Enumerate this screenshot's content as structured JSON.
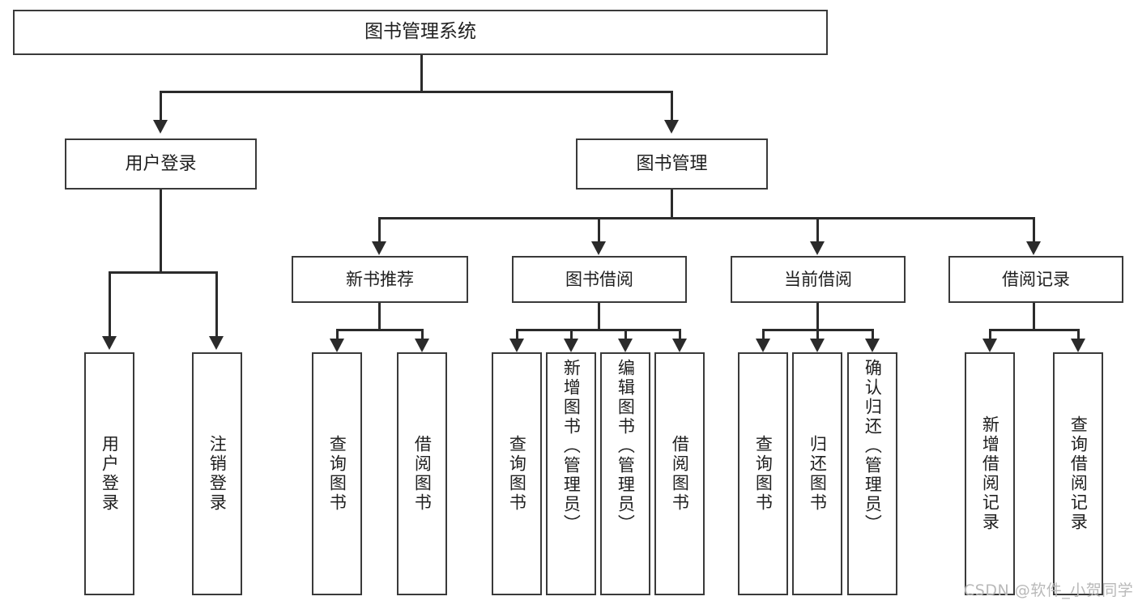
{
  "diagram": {
    "type": "tree",
    "title": "图书管理系统",
    "root": {
      "label": "图书管理系统"
    },
    "level2": [
      {
        "label": "用户登录"
      },
      {
        "label": "图书管理"
      }
    ],
    "level3": [
      {
        "label": "新书推荐"
      },
      {
        "label": "图书借阅"
      },
      {
        "label": "当前借阅"
      },
      {
        "label": "借阅记录"
      }
    ],
    "leaves": {
      "user_login": [
        {
          "label": "用户登录"
        },
        {
          "label": "注销登录"
        }
      ],
      "new_book_recommend": [
        {
          "label": "查询图书"
        },
        {
          "label": "借阅图书"
        }
      ],
      "book_borrow": [
        {
          "label": "查询图书"
        },
        {
          "label": "新增图书（管理员）"
        },
        {
          "label": "编辑图书（管理员）"
        },
        {
          "label": "借阅图书"
        }
      ],
      "current_borrow": [
        {
          "label": "查询图书"
        },
        {
          "label": "归还图书"
        },
        {
          "label": "确认归还（管理员）"
        }
      ],
      "borrow_record": [
        {
          "label": "新增借阅记录"
        },
        {
          "label": "查询借阅记录"
        }
      ]
    }
  },
  "watermark": {
    "text": "CSDN @软件_小贺同学"
  },
  "colors": {
    "border": "#3a3a3a",
    "line": "#2b2b2b",
    "text": "#202020",
    "background": "#ffffff",
    "watermark": "#b9b9b9"
  }
}
